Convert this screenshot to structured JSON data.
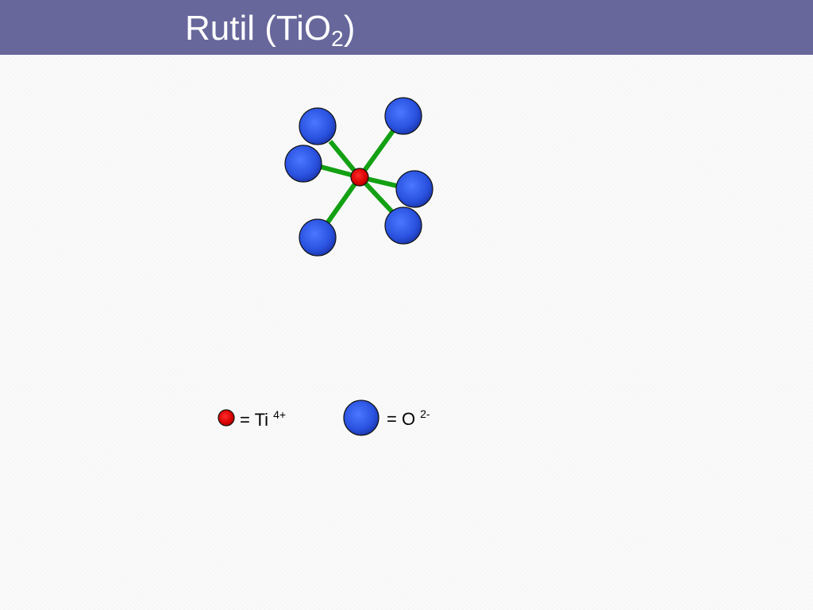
{
  "title": {
    "main": "Rutil (TiO",
    "subscript": "2",
    "close": ")"
  },
  "legend": {
    "ti": {
      "label": "= Ti",
      "charge": "4+"
    },
    "o": {
      "label": "= O",
      "charge": "2-"
    }
  },
  "colors": {
    "title_bar": "#67679c",
    "ti_atom": "#d40000",
    "o_atom": "#2a52e0",
    "bond": "#13a013"
  }
}
